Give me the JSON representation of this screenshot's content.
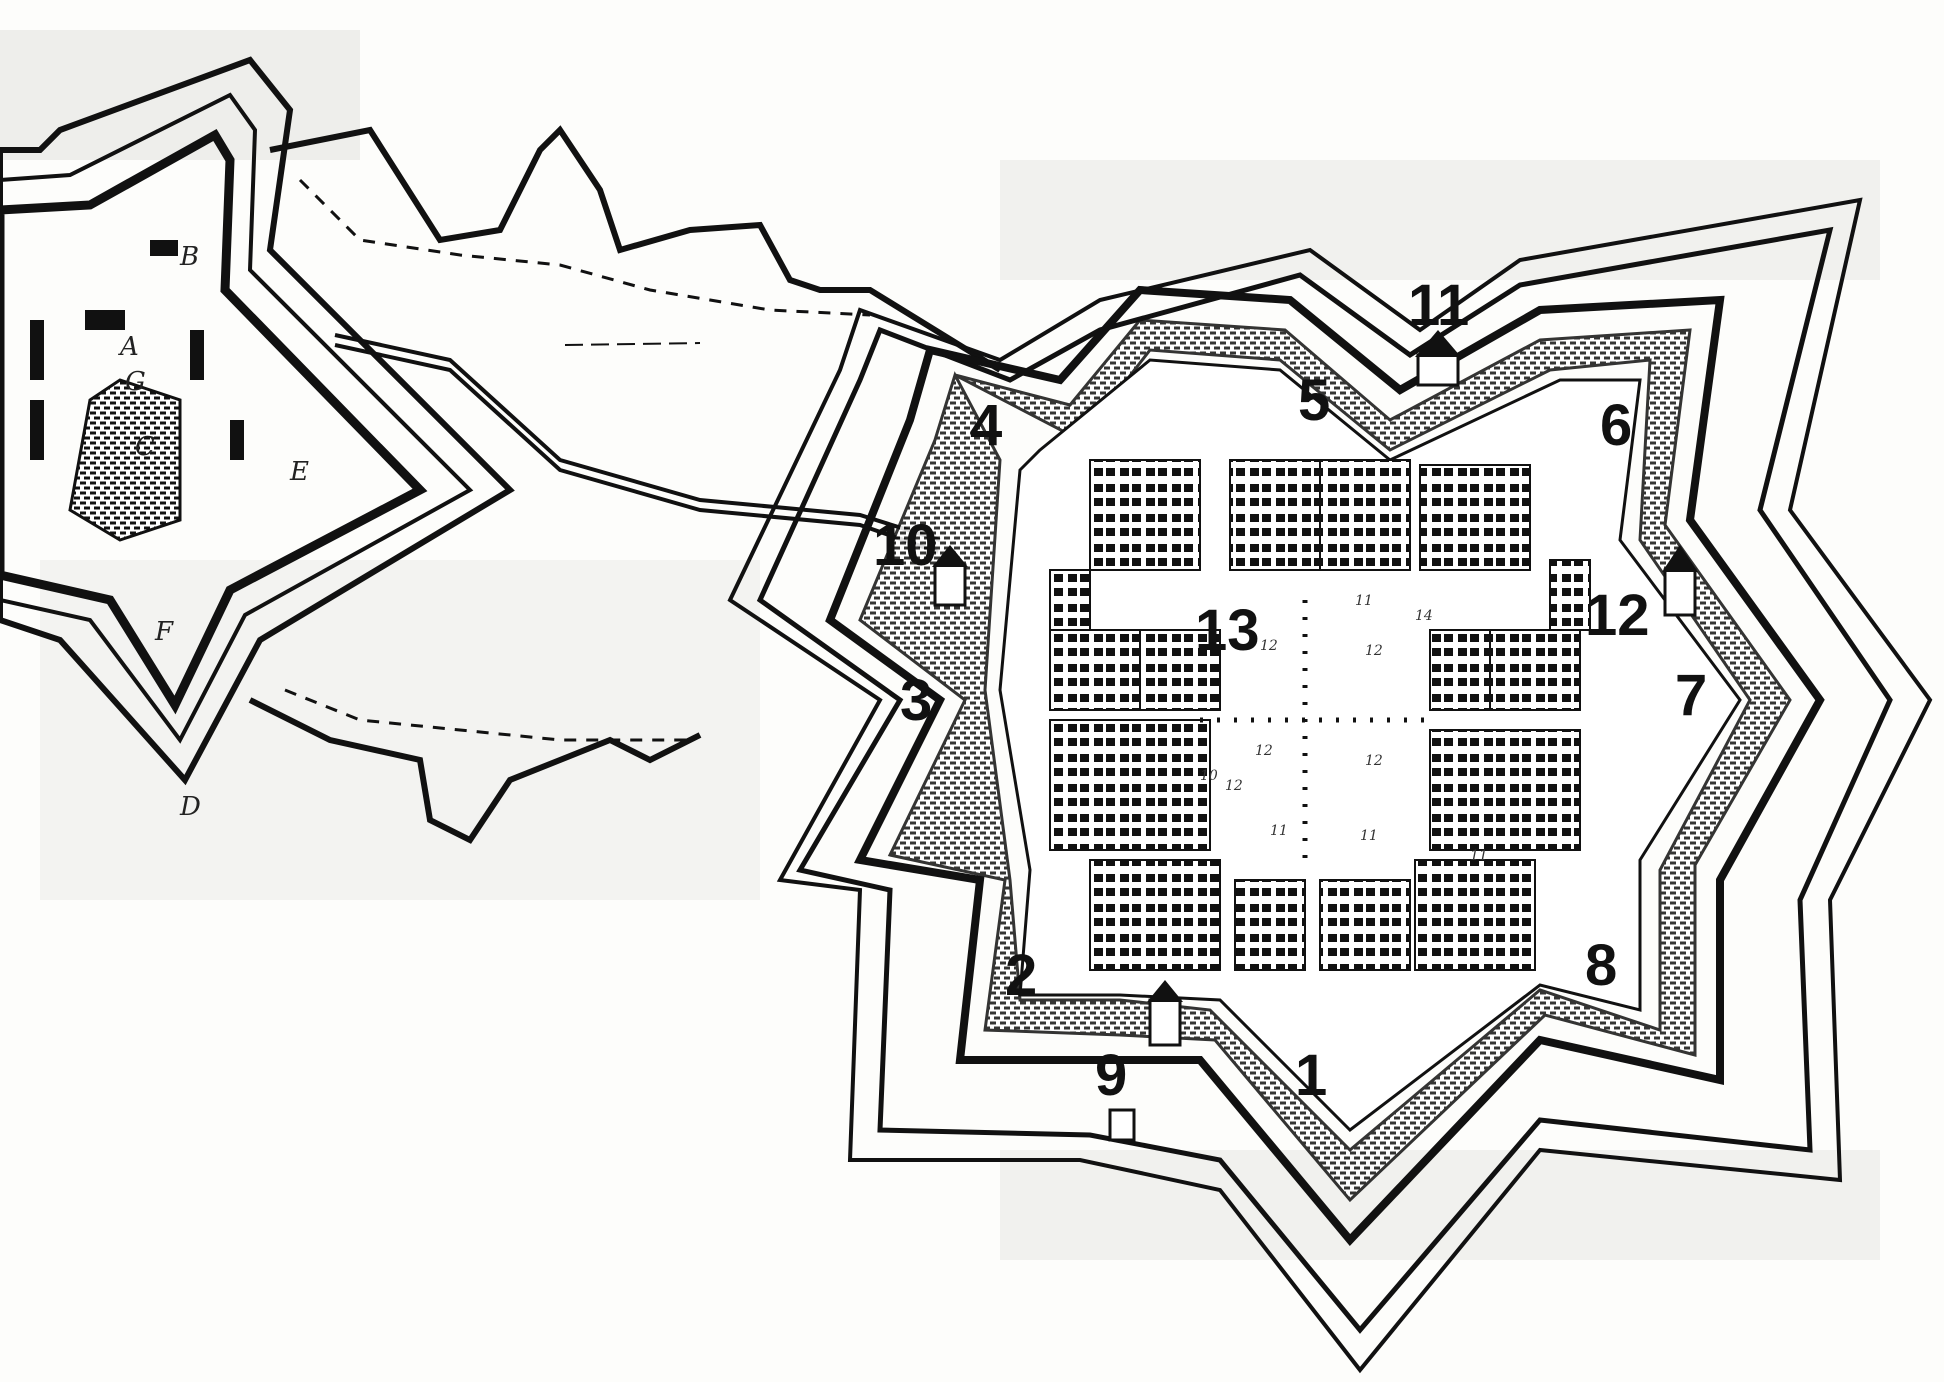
{
  "colors": {
    "ink": "#111111",
    "paper": "#fdfdfb",
    "scan_gray": "#e9e9e6"
  },
  "main_fortress": {
    "numbers": [
      "1",
      "2",
      "3",
      "4",
      "5",
      "6",
      "7",
      "8",
      "9",
      "10",
      "11",
      "12",
      "13"
    ]
  },
  "citadel": {
    "letters": [
      "A",
      "B",
      "C",
      "D",
      "E",
      "F",
      "G"
    ]
  },
  "street_numbers": [
    "12",
    "12",
    "12",
    "12",
    "12",
    "11",
    "10",
    "11",
    "11",
    "14",
    "11"
  ]
}
